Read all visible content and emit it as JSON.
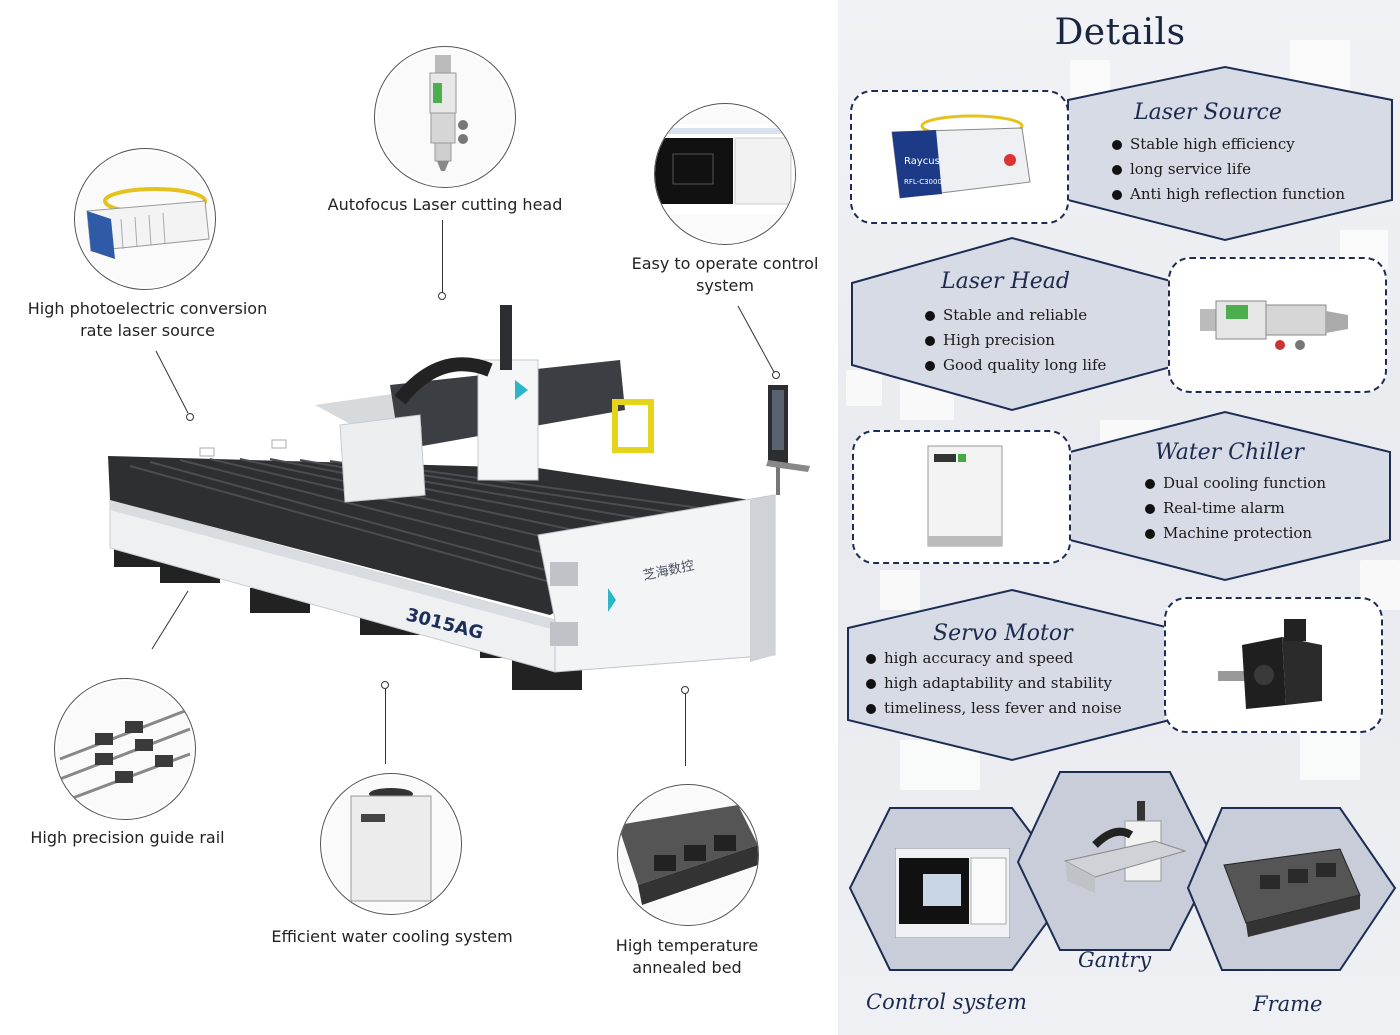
{
  "left": {
    "callouts": [
      {
        "label": "Autofocus Laser cutting head"
      },
      {
        "label": "Easy to operate control system"
      },
      {
        "label": "High photoelectric conversion rate laser source"
      },
      {
        "label": "High precision guide rail"
      },
      {
        "label": "Efficient water cooling system"
      },
      {
        "label": "High temperature annealed bed"
      }
    ],
    "machine": {
      "model": "3015AG",
      "brand_mark": "芝海数控"
    }
  },
  "details": {
    "title": "Details",
    "features": [
      {
        "title": "Laser Source",
        "bullets": [
          "Stable high efficiency",
          "long service life",
          "Anti high reflection function"
        ],
        "photo_brand": "Raycus",
        "photo_model": "RFL-C3000"
      },
      {
        "title": "Laser Head",
        "bullets": [
          "Stable and reliable",
          "High precision",
          "Good quality long life"
        ]
      },
      {
        "title": "Water Chiller",
        "bullets": [
          "Dual cooling function",
          "Real-time alarm",
          "Machine protection"
        ]
      },
      {
        "title": "Servo Motor",
        "bullets": [
          "high accuracy and speed",
          "high adaptability and stability",
          "timeliness, less fever and noise"
        ]
      }
    ],
    "bottom": [
      {
        "label": "Control system"
      },
      {
        "label": "Gantry"
      },
      {
        "label": "Frame"
      }
    ]
  },
  "colors": {
    "navy": "#1c2c52",
    "panel": "#d7dbe6",
    "accent_yellow": "#e5d41c",
    "accent_cyan": "#2bb7c9"
  }
}
